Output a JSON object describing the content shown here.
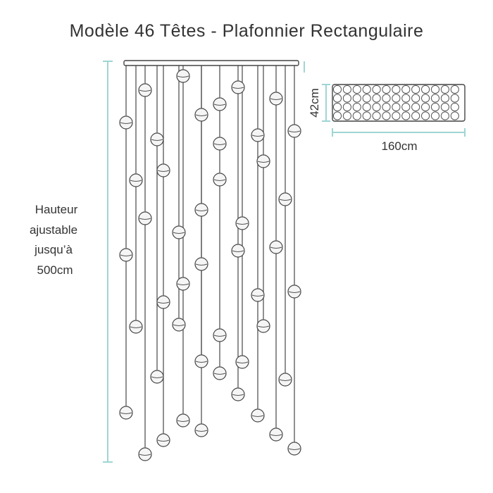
{
  "title": "Modèle 46 Têtes - Plafonnier Rectangulaire",
  "height_label": [
    "Hauteur",
    "ajustable",
    "jusqu’à",
    "500cm"
  ],
  "depth_label": "42cm",
  "width_label": "160cm",
  "colors": {
    "dimension": "#9ed6d4",
    "lines": "#444444",
    "text": "#333333"
  }
}
